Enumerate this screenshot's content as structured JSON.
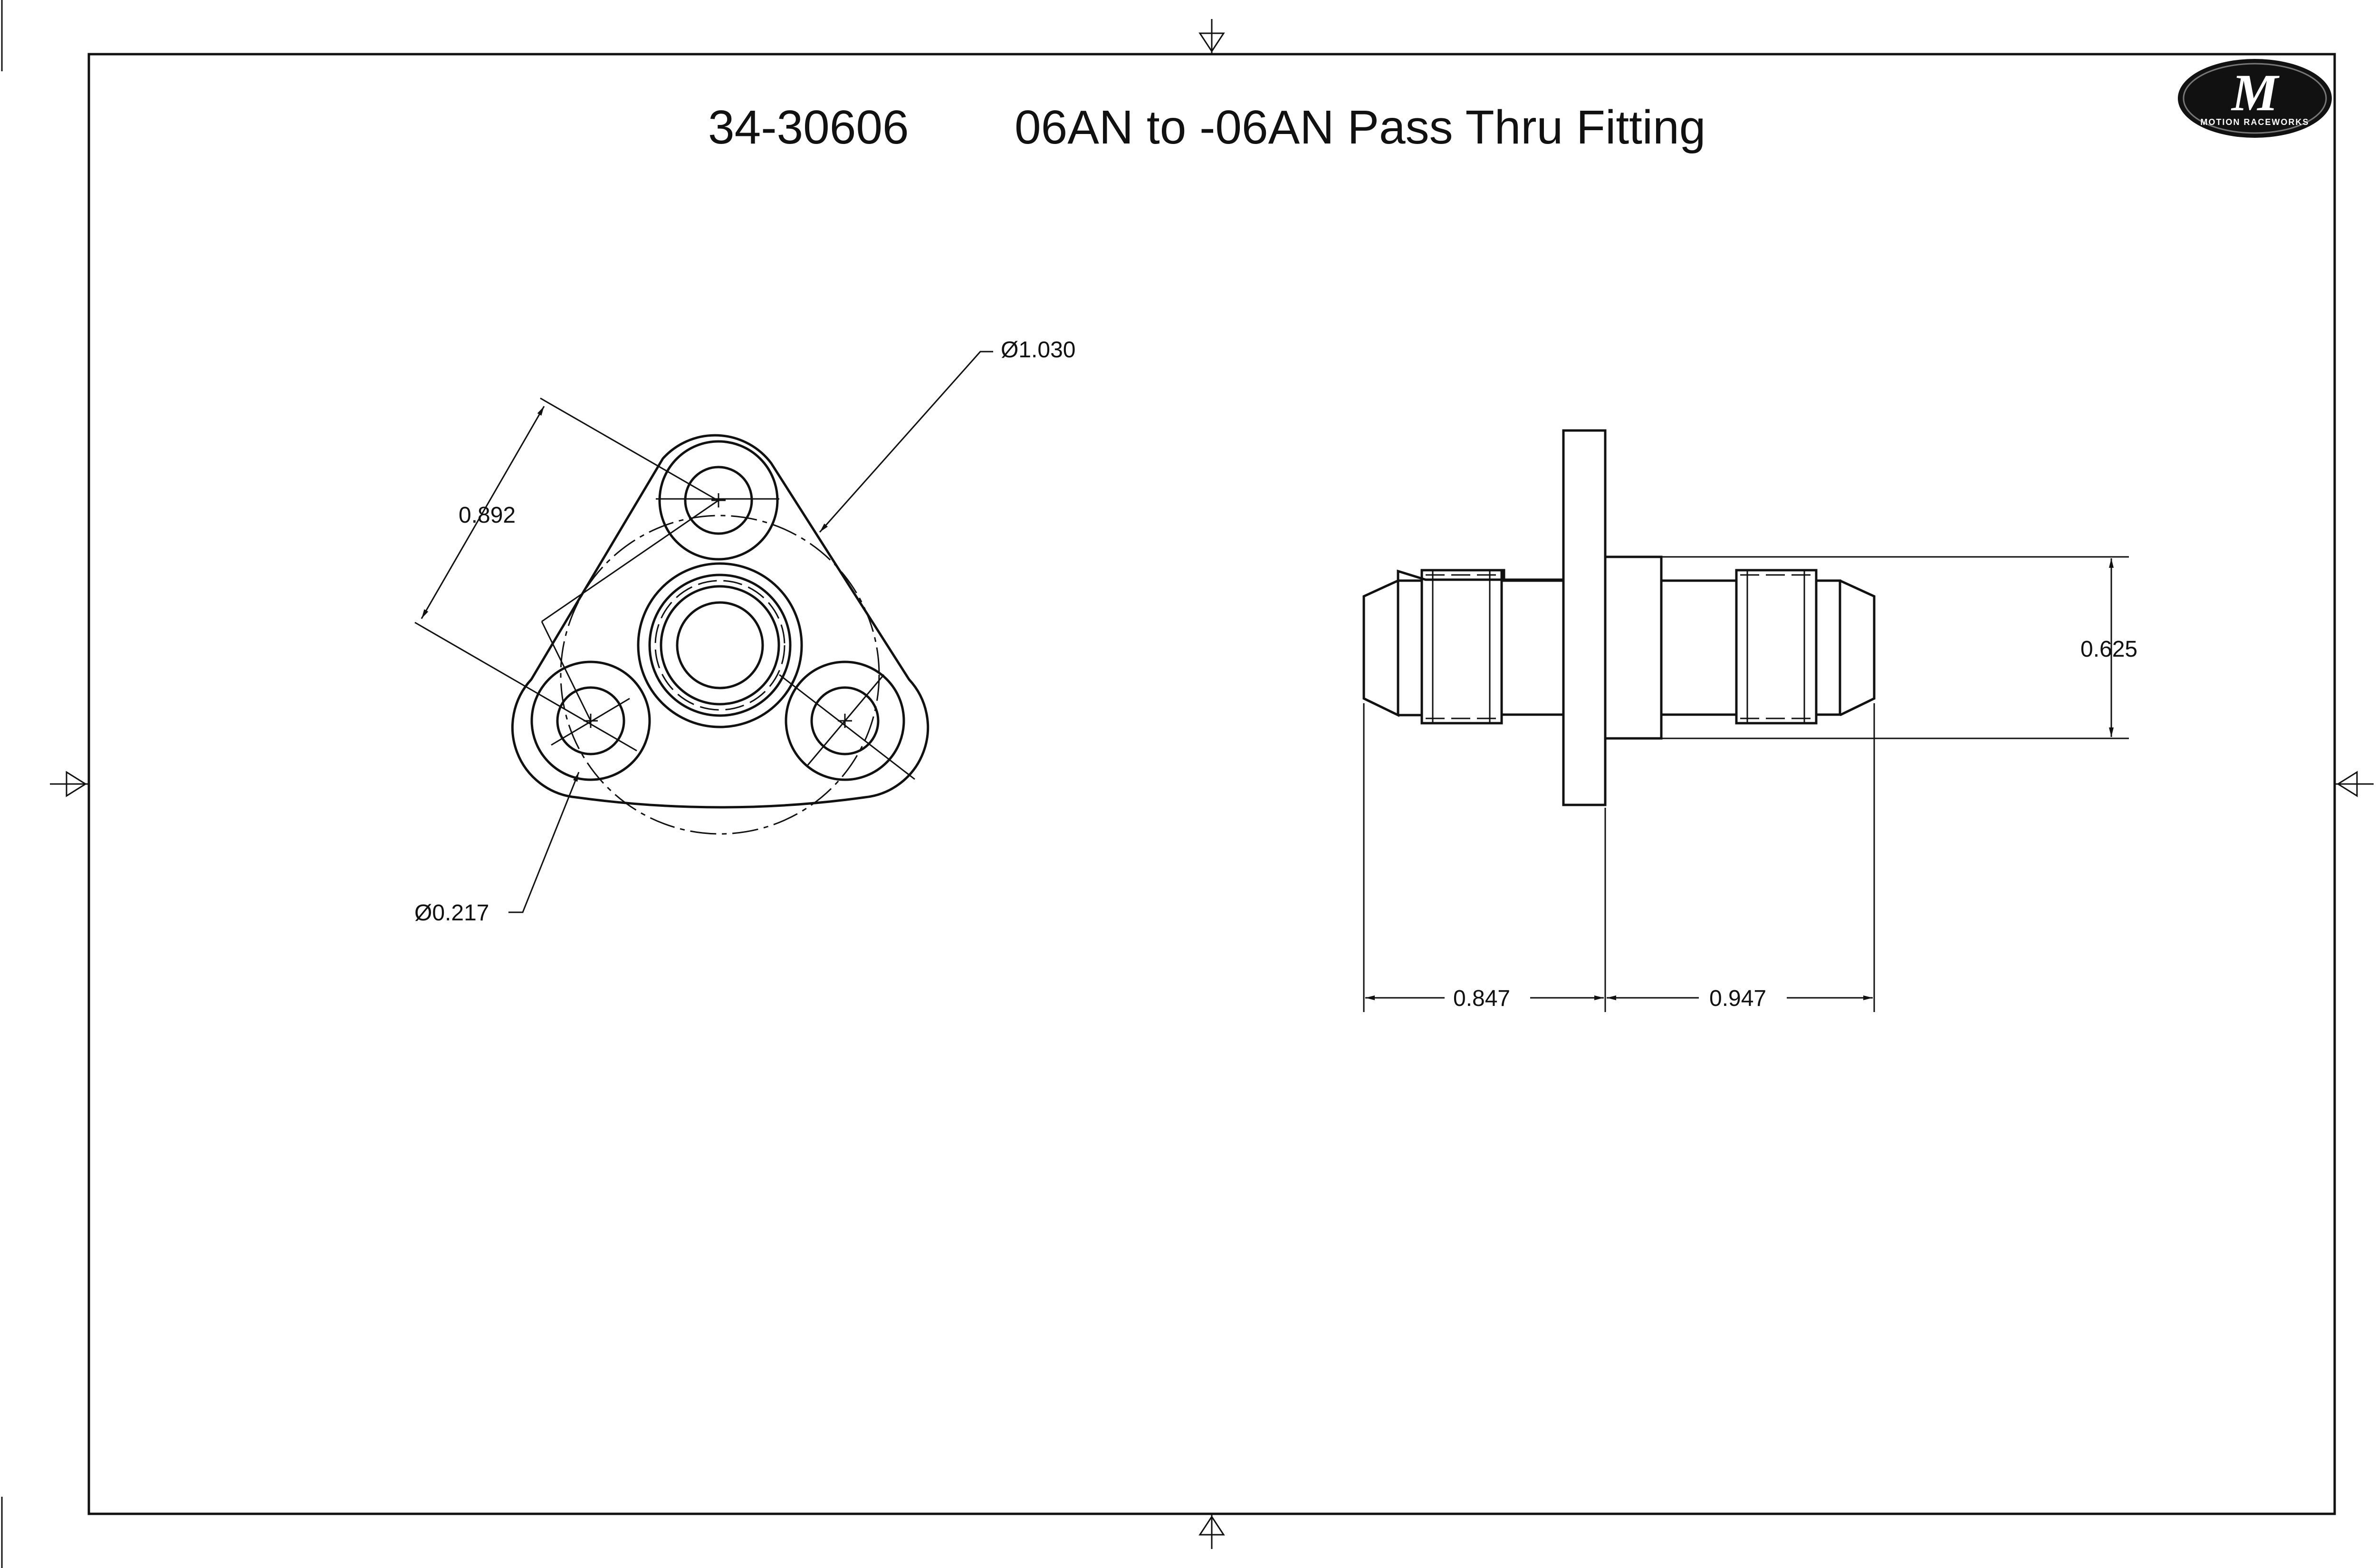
{
  "title": {
    "part_number": "34-30606",
    "description": "06AN to -06AN Pass Thru Fitting"
  },
  "logo": {
    "letter": "M",
    "brand": "MOTION RACEWORKS"
  },
  "dimensions": {
    "flange_diameter": "Ø1.030",
    "bolt_hole_diameter": "Ø0.217",
    "hole_spacing": "0.892",
    "fitting_diameter": "0.625",
    "left_length": "0.847",
    "right_length": "0.947"
  },
  "icons": [
    "logo-emblem",
    "centering-mark-arrow"
  ]
}
